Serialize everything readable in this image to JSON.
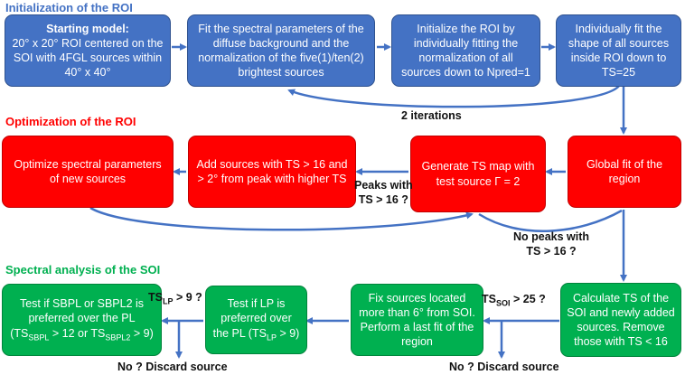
{
  "colors": {
    "blue": "#4472c4",
    "red": "#ff0000",
    "green": "#00b050",
    "arrow": "#4472c4",
    "title_blue": "#4472c4",
    "title_red": "#ff0000",
    "title_green": "#00b050"
  },
  "sections": {
    "init": "Initialization of the ROI",
    "opt": "Optimization of the ROI",
    "spec": "Spectral analysis of the SOI"
  },
  "boxes": {
    "b1": {
      "title": "Starting model:",
      "text": "20° x 20° ROI centered on the SOI with 4FGL sources within 40° x 40°"
    },
    "b2": {
      "text": "Fit the spectral parameters of the diffuse background and the normalization of the five(1)/ten(2) brightest sources"
    },
    "b3": {
      "text": "Initialize the ROI by individually fitting the normalization of all sources down to Npred=1"
    },
    "b4": {
      "text": "Individually fit the shape of all sources inside ROI down to TS=25"
    },
    "r1": {
      "text": "Optimize spectral parameters of new sources"
    },
    "r2": {
      "text": "Add sources with TS > 16 and > 2° from peak with higher TS"
    },
    "r3": {
      "text": "Generate TS map with test source Γ = 2"
    },
    "r4": {
      "text": "Global fit of the region"
    },
    "g1": {
      "text_a": "Test if SBPL or SBPL2 is preferred over the PL (TS",
      "sub_a": "SBPL",
      "text_b": " > 12 or TS",
      "sub_b": "SBPL2",
      "text_c": " > 9)"
    },
    "g2": {
      "text_a": "Test if LP is preferred over the PL (TS",
      "sub_a": "LP",
      "text_b": " > 9)"
    },
    "g3": {
      "text": "Fix sources located more than 6° from SOI. Perform a last fit of the region"
    },
    "g4": {
      "text": "Calculate TS of the SOI and newly added sources. Remove those with TS < 16"
    }
  },
  "labels": {
    "iterations": "2 iterations",
    "peaks_a": "Peaks with",
    "peaks_b": "TS > 16 ?",
    "nopeaks_a": "No peaks with",
    "nopeaks_b": "TS > 16 ?",
    "ts_lp_a": "TS",
    "ts_lp_sub": "LP",
    "ts_lp_b": " > 9 ?",
    "ts_soi_a": "TS",
    "ts_soi_sub": "SOI",
    "ts_soi_b": " > 25 ?",
    "discard1": "No ? Discard source",
    "discard2": "No ? Discard source"
  }
}
